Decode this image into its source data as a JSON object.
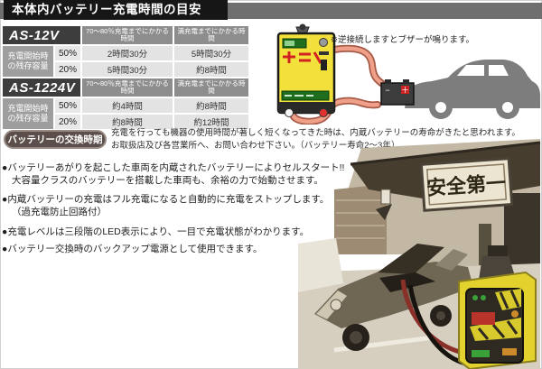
{
  "banner": {
    "title": "本体内バッテリー充電時間の目安"
  },
  "charge_tables": {
    "row_label": "充電開始時の残存容量",
    "col_partial": "70～80％充電までにかかる時間",
    "col_full": "満充電までにかかる時間",
    "tables": [
      {
        "model": "AS-12V",
        "rows": [
          {
            "capacity": "50%",
            "partial": "2時間30分",
            "full": "5時間30分"
          },
          {
            "capacity": "20%",
            "partial": "5時間30分",
            "full": "約8時間"
          }
        ]
      },
      {
        "model": "AS-1224V",
        "rows": [
          {
            "capacity": "50%",
            "partial": "約4時間",
            "full": "約8時間"
          },
          {
            "capacity": "20%",
            "partial": "約8時間",
            "full": "約12時間"
          }
        ]
      }
    ]
  },
  "illustration": {
    "note": "※逆接続しますとブザーが鳴ります。",
    "battery_plus": "＋",
    "battery_minus": "−"
  },
  "replacement_section": {
    "heading": "バッテリーの交換時期",
    "body_line1": "充電を行っても機器の使用時間が著しく短くなってきた時は、内蔵バッテリーの寿命がきたと思われます。",
    "body_line2": "お取扱店及び各営業所へ、お問い合わせ下さい。（バッテリー寿命2～3年）"
  },
  "features": [
    {
      "line1": "●バッテリーあがりを起こした車両を内蔵されたバッテリーによりセルスタート!!",
      "line2": "大容量クラスのバッテリーを搭載した車両も、余裕の力で始動させます。"
    },
    {
      "line1": "●内蔵バッテリーの充電はフル充電になると自動的に充電をストップします。",
      "line2": "（過充電防止回路付）"
    },
    {
      "line1": "●充電レベルは三段階のLED表示により、一目で充電状態がわかります。",
      "line2": ""
    },
    {
      "line1": "●バッテリー交換時のバックアップ電源として使用できます。",
      "line2": ""
    }
  ],
  "photo": {
    "sign_text": "安全第一"
  },
  "colors": {
    "banner_bar": "#6f6f6f",
    "title_block": "#161616",
    "model_header_bg": "#3d3d3d",
    "column_header_bg": "#8d8d8d",
    "row_label_bg": "#9e9e9e",
    "cell_bg": "#e3e3e3",
    "heading_pill_bg": "#5c4e4a",
    "charger_yellow": "#f2e13a",
    "cable_salmon": "#f0a088",
    "battery_plus_red": "#cc2222",
    "car_gray": "#7d7d7d",
    "photo_sepia": "#c3b8a4"
  }
}
